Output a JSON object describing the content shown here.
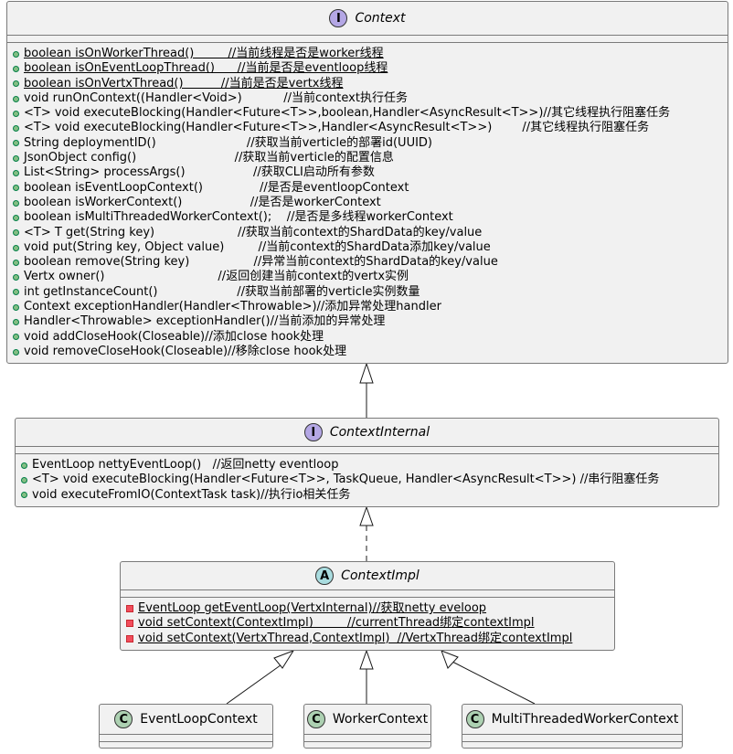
{
  "colors": {
    "interface": "#B4A7E5",
    "abstract": "#A9DCDF",
    "class": "#ADD1B2"
  },
  "context": {
    "stereotype": "I",
    "name": "Context",
    "methods": [
      {
        "text": "boolean isOnWorkerThread()         //当前线程是否是worker线程",
        "static": true
      },
      {
        "text": "boolean isOnEventLoopThread()      //当前是否是eventloop线程",
        "static": true
      },
      {
        "text": "boolean isOnVertxThread()          //当前是否是vertx线程",
        "static": true
      },
      {
        "text": "void runOnContext((Handler<Void>)           //当前context执行任务",
        "static": false
      },
      {
        "text": "<T> void executeBlocking(Handler<Future<T>>,boolean,Handler<AsyncResult<T>>)//其它线程执行阻塞任务",
        "static": false
      },
      {
        "text": "<T> void executeBlocking(Handler<Future<T>>,Handler<AsyncResult<T>>)        //其它线程执行阻塞任务",
        "static": false
      },
      {
        "text": "String deploymentID()                        //获取当前verticle的部署id(UUID)",
        "static": false
      },
      {
        "text": "JsonObject config()                          //获取当前verticle的配置信息",
        "static": false
      },
      {
        "text": "List<String> processArgs()                  //获取CLI启动所有参数",
        "static": false
      },
      {
        "text": "boolean isEventLoopContext()               //是否是eventloopContext",
        "static": false
      },
      {
        "text": "boolean isWorkerContext()                  //是否是workerContext",
        "static": false
      },
      {
        "text": "boolean isMultiThreadedWorkerContext();    //是否是多线程workerContext",
        "static": false
      },
      {
        "text": "<T> T get(String key)                      //获取当前context的ShardData的key/value",
        "static": false
      },
      {
        "text": "void put(String key, Object value)         //当前context的ShardData添加key/value",
        "static": false
      },
      {
        "text": "boolean remove(String key)                 //异常当前context的ShardData的key/value",
        "static": false
      },
      {
        "text": "Vertx owner()                              //返回创建当前context的vertx实例",
        "static": false
      },
      {
        "text": "int getInstanceCount()                     //获取当前部署的verticle实例数量",
        "static": false
      },
      {
        "text": "Context exceptionHandler(Handler<Throwable>)//添加异常处理handler",
        "static": false
      },
      {
        "text": "Handler<Throwable> exceptionHandler()//当前添加的异常处理",
        "static": false
      },
      {
        "text": "void addCloseHook(Closeable)//添加close hook处理",
        "static": false
      },
      {
        "text": "void removeCloseHook(Closeable)//移除close hook处理",
        "static": false
      }
    ]
  },
  "contextInternal": {
    "stereotype": "I",
    "name": "ContextInternal",
    "methods": [
      {
        "text": "EventLoop nettyEventLoop()   //返回netty eventloop",
        "static": false
      },
      {
        "text": "<T> void executeBlocking(Handler<Future<T>>, TaskQueue, Handler<AsyncResult<T>>) //串行阻塞任务",
        "static": false
      },
      {
        "text": "void executeFromIO(ContextTask task)//执行io相关任务",
        "static": false
      }
    ]
  },
  "contextImpl": {
    "stereotype": "A",
    "name": "ContextImpl",
    "methods": [
      {
        "text": "EventLoop getEventLoop(VertxInternal)//获取netty eveloop",
        "static": true
      },
      {
        "text": "void setContext(ContextImpl)         //currentThread绑定contextImpl",
        "static": true
      },
      {
        "text": "void setContext(VertxThread,ContextImpl)  //VertxThread绑定contextImpl",
        "static": true
      }
    ]
  },
  "subclasses": [
    {
      "stereotype": "C",
      "name": "EventLoopContext"
    },
    {
      "stereotype": "C",
      "name": "WorkerContext"
    },
    {
      "stereotype": "C",
      "name": "MultiThreadedWorkerContext"
    }
  ]
}
